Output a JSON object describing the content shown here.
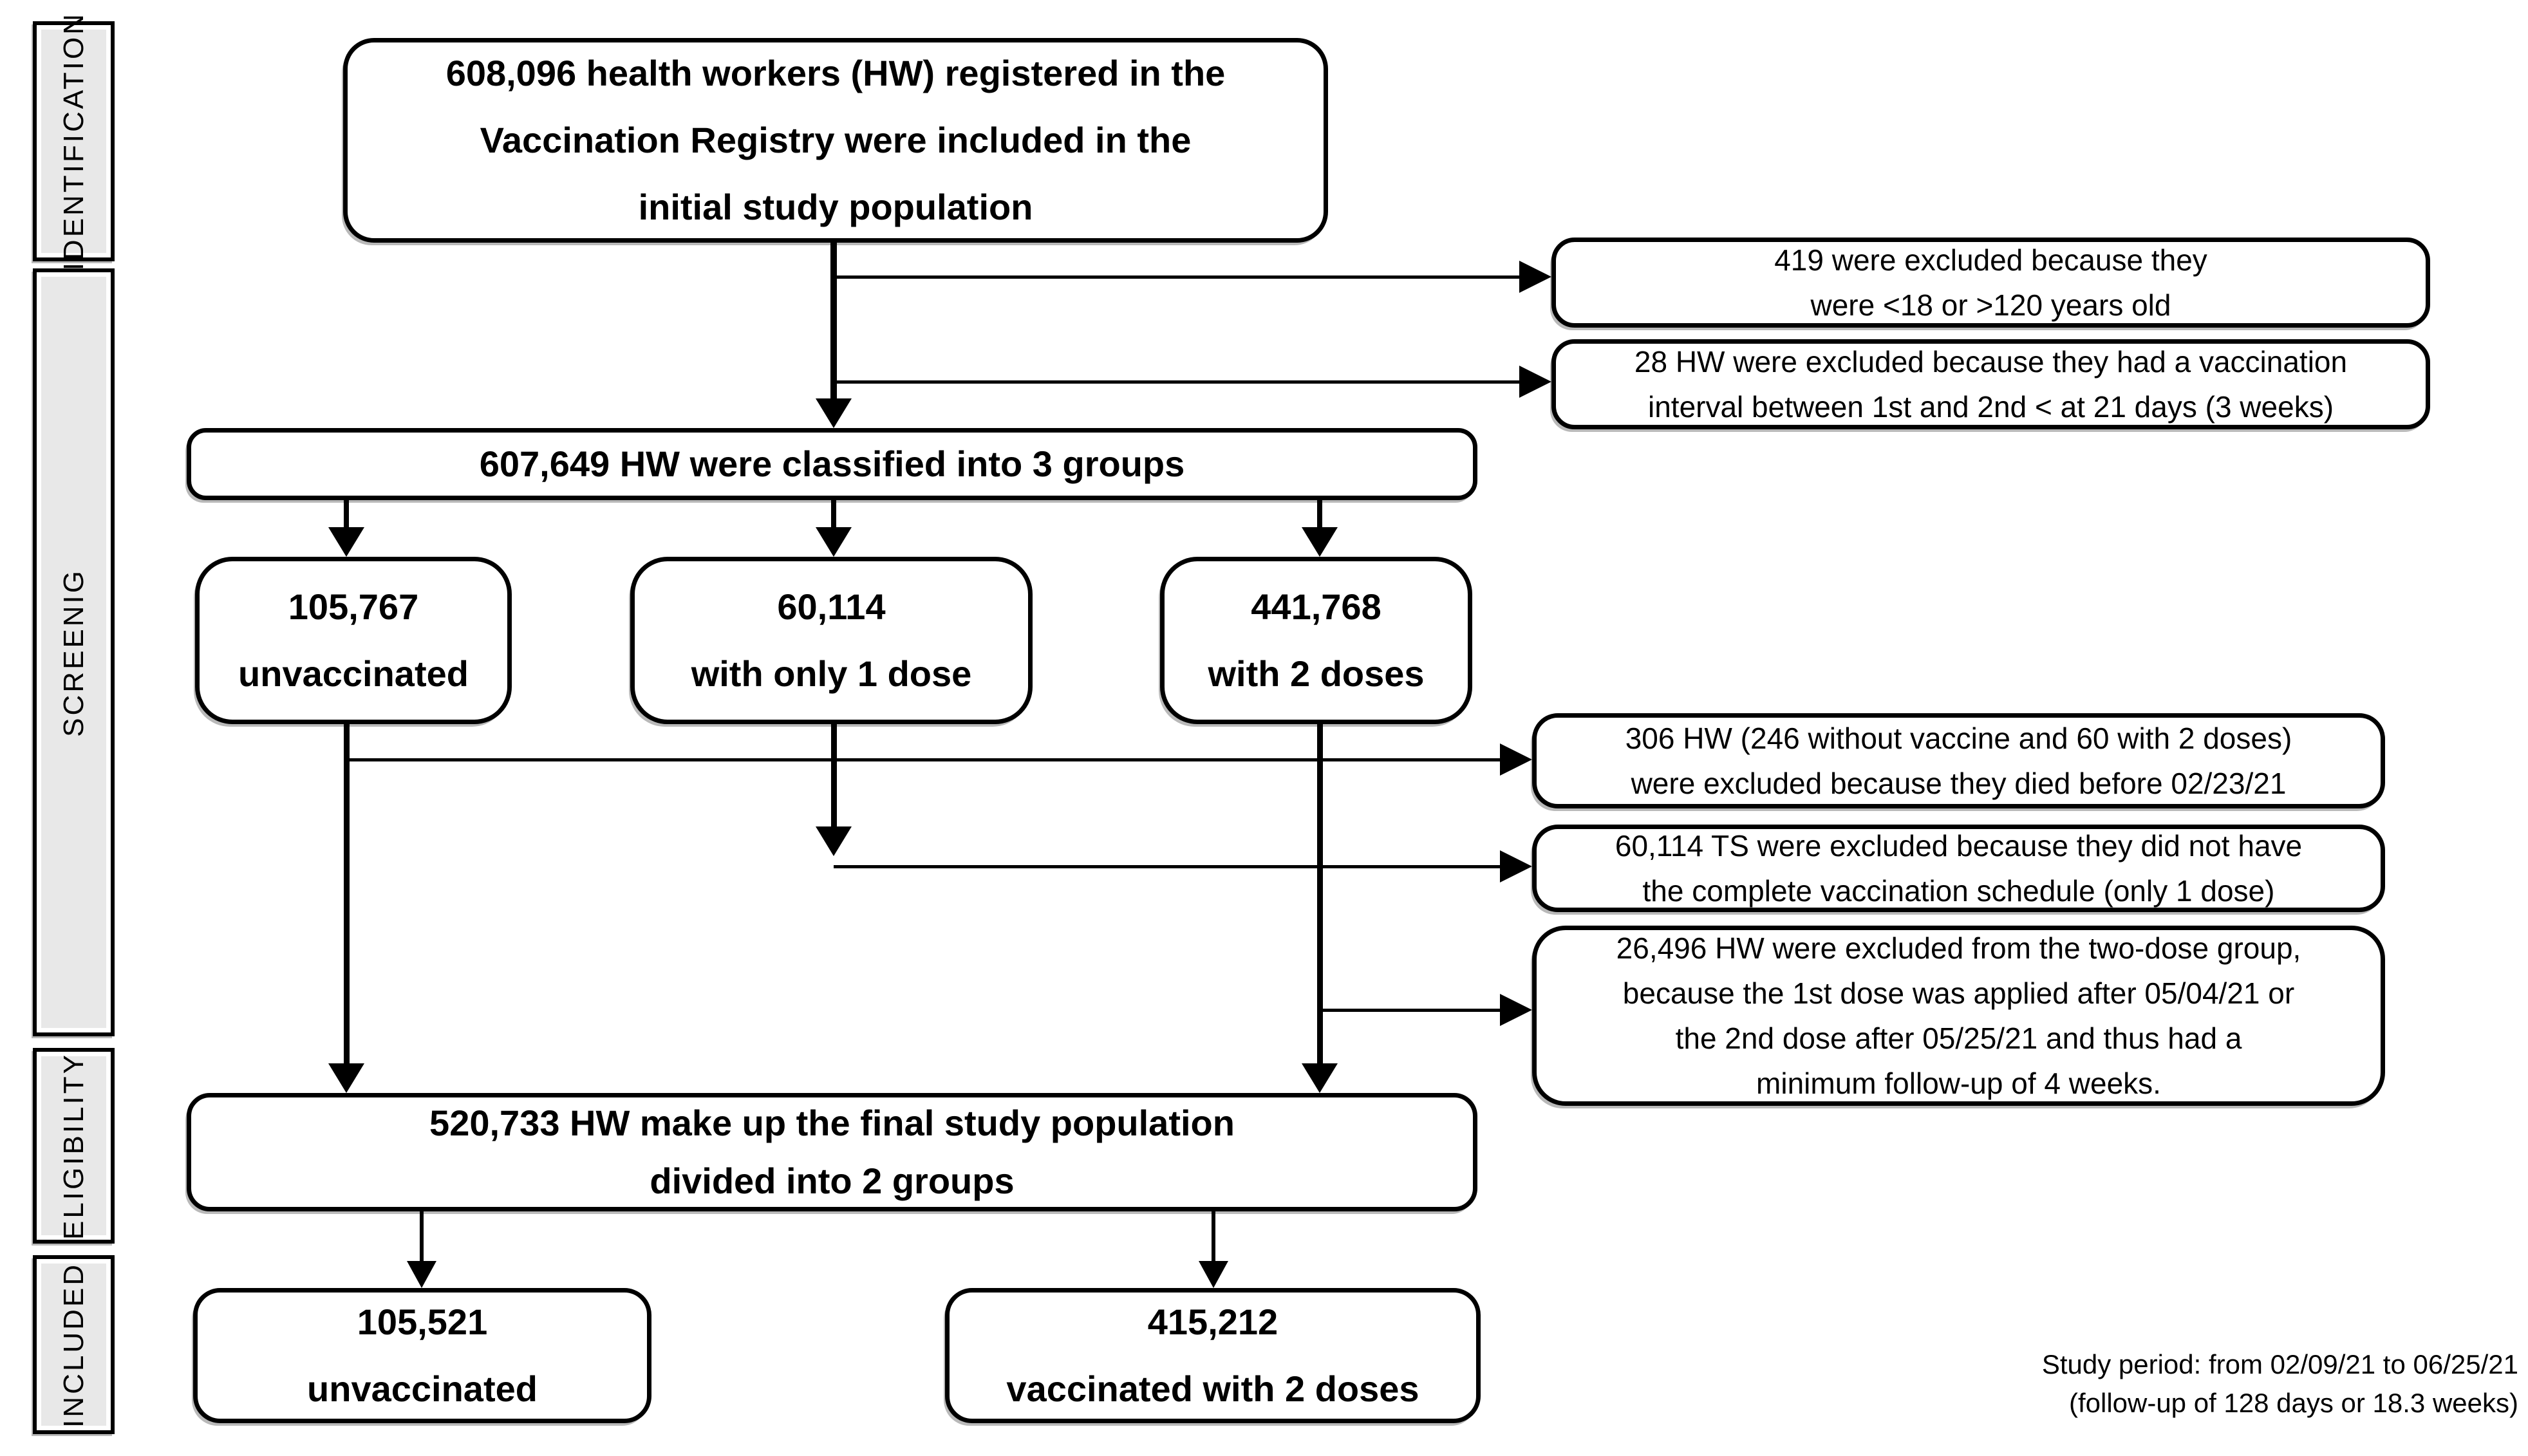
{
  "sidebar": {
    "stages": [
      {
        "label": "IDENTIFICATION"
      },
      {
        "label": "SCREENIG"
      },
      {
        "label": "ELIGIBILITY"
      },
      {
        "label": "INCLUDED"
      }
    ]
  },
  "flow": {
    "initial": {
      "text": "608,096 health workers (HW) registered in the\nVaccination Registry were included in the\ninitial study population"
    },
    "classified": {
      "text": "607,649 HW were classified into 3 groups"
    },
    "groups": [
      {
        "text": "105,767\nunvaccinated"
      },
      {
        "text": "60,114\nwith only 1 dose"
      },
      {
        "text": "441,768\nwith 2 doses"
      }
    ],
    "final_population": {
      "text": "520,733 HW make up the final study population\ndivided into 2 groups"
    },
    "included_groups": [
      {
        "text": "105,521\nunvaccinated"
      },
      {
        "text": "415,212\nvaccinated with 2 doses"
      }
    ]
  },
  "exclusions": [
    {
      "text": "419 were excluded because they\nwere <18 or >120 years old"
    },
    {
      "text": "28 HW were excluded because they had a vaccination\ninterval between 1st and 2nd < at 21 days (3 weeks)"
    },
    {
      "text": "306 HW (246 without vaccine and 60 with 2 doses)\nwere excluded because they died before 02/23/21"
    },
    {
      "text": "60,114 TS were excluded because they did not have\nthe complete vaccination schedule (only 1 dose)"
    },
    {
      "text": "26,496 HW were excluded from the two-dose group,\nbecause the 1st dose was applied after 05/04/21 or\nthe 2nd dose after 05/25/21 and thus had a\nminimum follow-up of 4 weeks."
    }
  ],
  "note": {
    "text": "Study period: from 02/09/21 to 06/25/21\n(follow-up of 128 days or 18.3 weeks)"
  },
  "colors": {
    "line": "#000000",
    "box_fill": "#ffffff",
    "stage_fill": "#e8e8e8",
    "background": "#ffffff"
  }
}
